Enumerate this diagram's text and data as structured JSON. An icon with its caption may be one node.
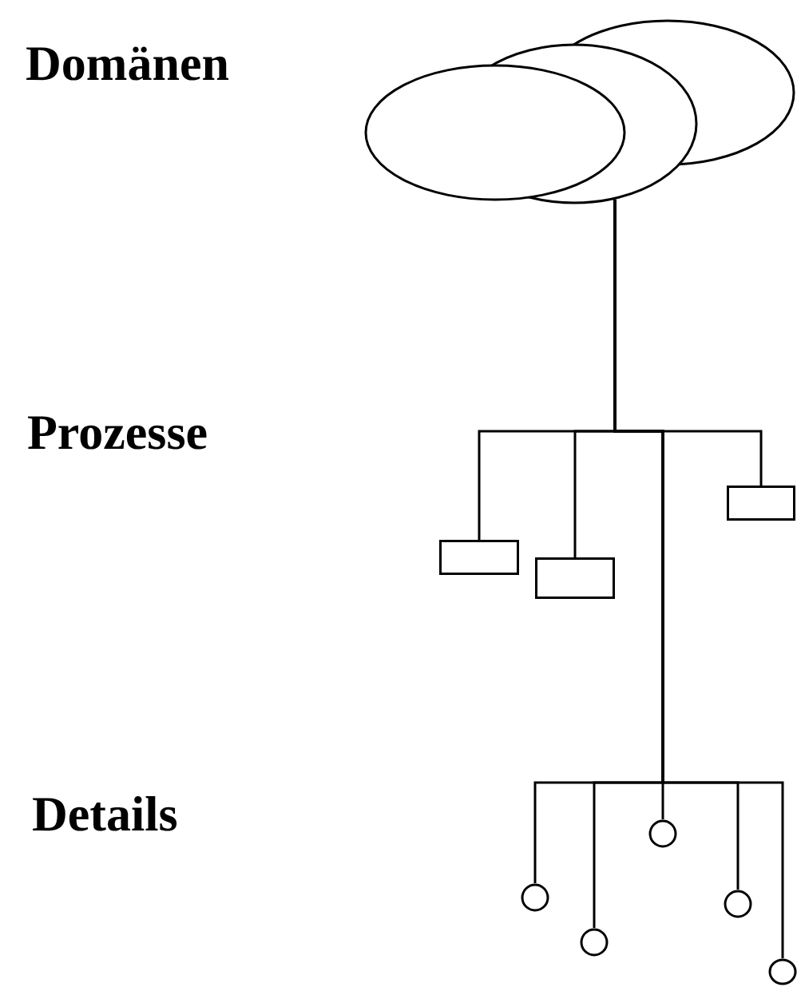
{
  "diagram": {
    "nodes": [
      {
        "text": [],
        "shape": "ellipse"
      },
      {
        "text": [],
        "shape": "ellipse"
      },
      {
        "text": [],
        "shape": "ellipse"
      },
      {
        "text": [],
        "shape": "box"
      },
      {
        "text": [],
        "shape": "box"
      },
      {
        "text": [],
        "shape": "box"
      },
      {
        "text": [],
        "shape": "circle"
      },
      {
        "text": [],
        "shape": "circle"
      },
      {
        "text": [],
        "shape": "circle"
      },
      {
        "text": [],
        "shape": "circle"
      },
      {
        "text": [],
        "shape": "circle"
      }
    ],
    "edges": [
      {
        "from": 1,
        "to": 3,
        "arrow": "none"
      },
      {
        "from": 1,
        "to": 4,
        "arrow": "none"
      },
      {
        "from": 1,
        "to": 5,
        "arrow": "none"
      },
      {
        "from": 1,
        "to": 6,
        "arrow": "none"
      },
      {
        "from": 1,
        "to": 7,
        "arrow": "none"
      },
      {
        "from": 1,
        "to": 8,
        "arrow": "none"
      },
      {
        "from": 1,
        "to": 9,
        "arrow": "none"
      },
      {
        "from": 1,
        "to": 10,
        "arrow": "none"
      }
    ],
    "labels": [
      "Domänen",
      "Prozesse",
      "Details"
    ]
  }
}
